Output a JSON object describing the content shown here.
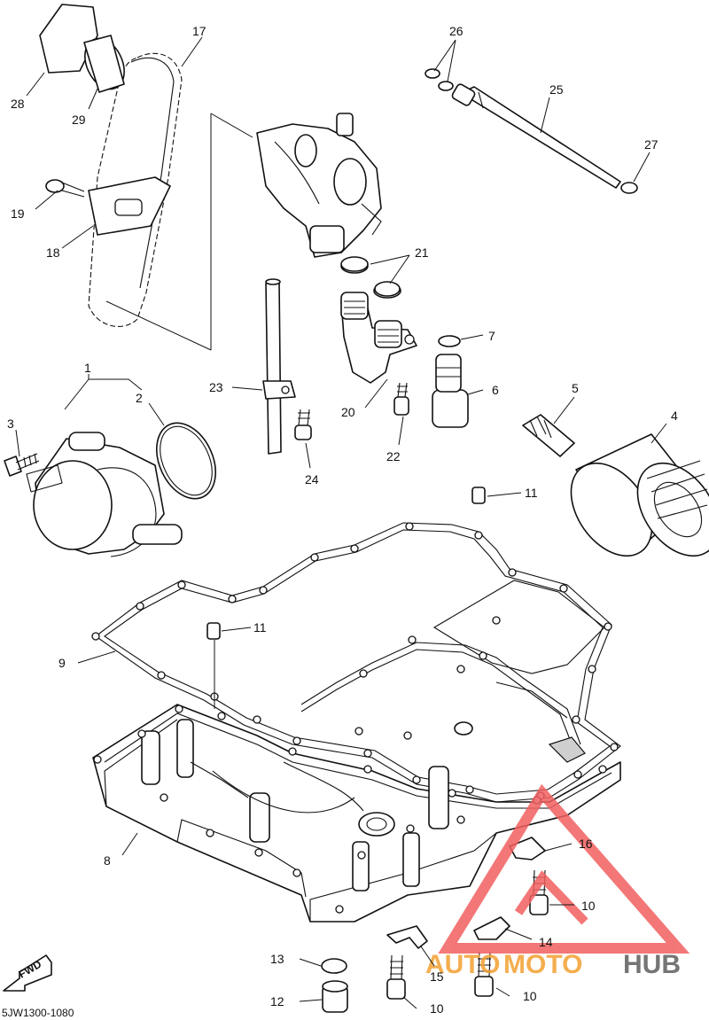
{
  "diagram_code": "5JW1300-1080",
  "direction_marker": "FWD",
  "watermark": {
    "brand_a": "AUTO",
    "brand_b": "MOTO",
    "brand_c": "HUB",
    "accent_color": "#f2a030",
    "logo_color": "#f26060",
    "text_color": "#666666"
  },
  "part_labels": {
    "p1": "1",
    "p2": "2",
    "p3": "3",
    "p4": "4",
    "p5": "5",
    "p6": "6",
    "p7": "7",
    "p8": "8",
    "p9": "9",
    "p10a": "10",
    "p10b": "10",
    "p10c": "10",
    "p11a": "11",
    "p11b": "11",
    "p12": "12",
    "p13": "13",
    "p14": "14",
    "p15": "15",
    "p16": "16",
    "p17": "17",
    "p18": "18",
    "p19": "19",
    "p20": "20",
    "p21": "21",
    "p22": "22",
    "p23": "23",
    "p24": "24",
    "p25": "25",
    "p26": "26",
    "p27": "27",
    "p28": "28",
    "p29": "29"
  }
}
